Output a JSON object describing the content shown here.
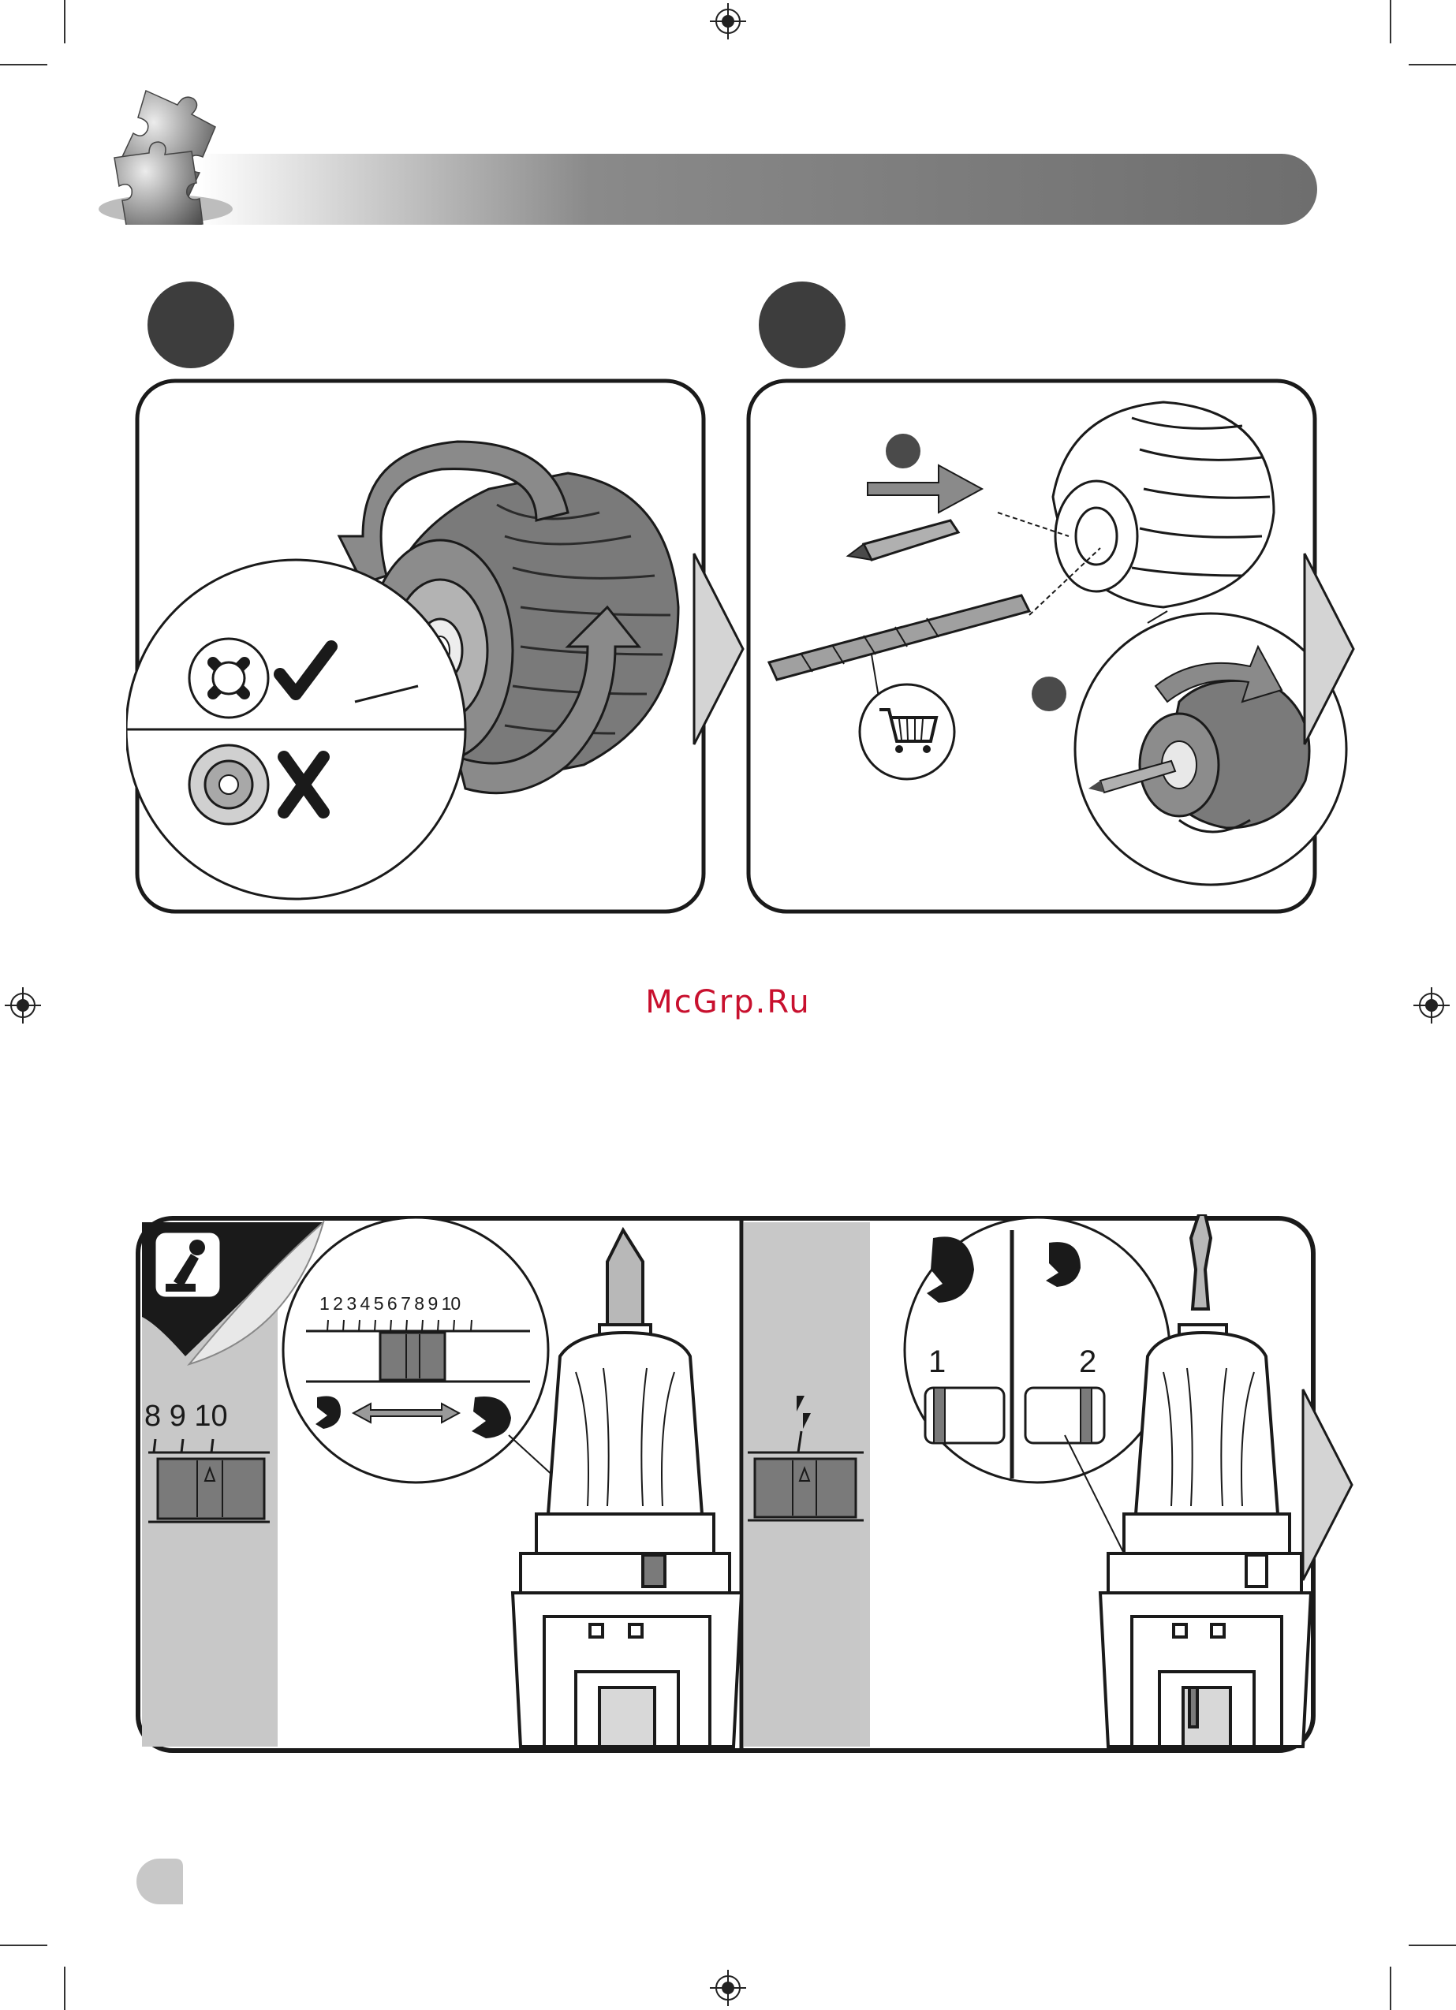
{
  "watermark": "McGrp.Ru",
  "figure_a": {
    "label_ok": "check",
    "label_bad": "cross"
  },
  "figure_b": {
    "cart_icon": "shopping-cart-icon"
  },
  "torque_panel": {
    "scale_numbers": "1 2 3 4 5 6 7 8 9 10",
    "side_numbers": "8 9 10",
    "gear_1": "1",
    "gear_2": "2"
  },
  "colors": {
    "frame": "#1a1a1a",
    "dark_circle": "#3d3d3d",
    "chuck_gray": "#777777",
    "side_strip": "#c8c8c8",
    "title_bar_start": "#ffffff",
    "title_bar_end": "#6e6e6e",
    "watermark": "#c8102e"
  }
}
